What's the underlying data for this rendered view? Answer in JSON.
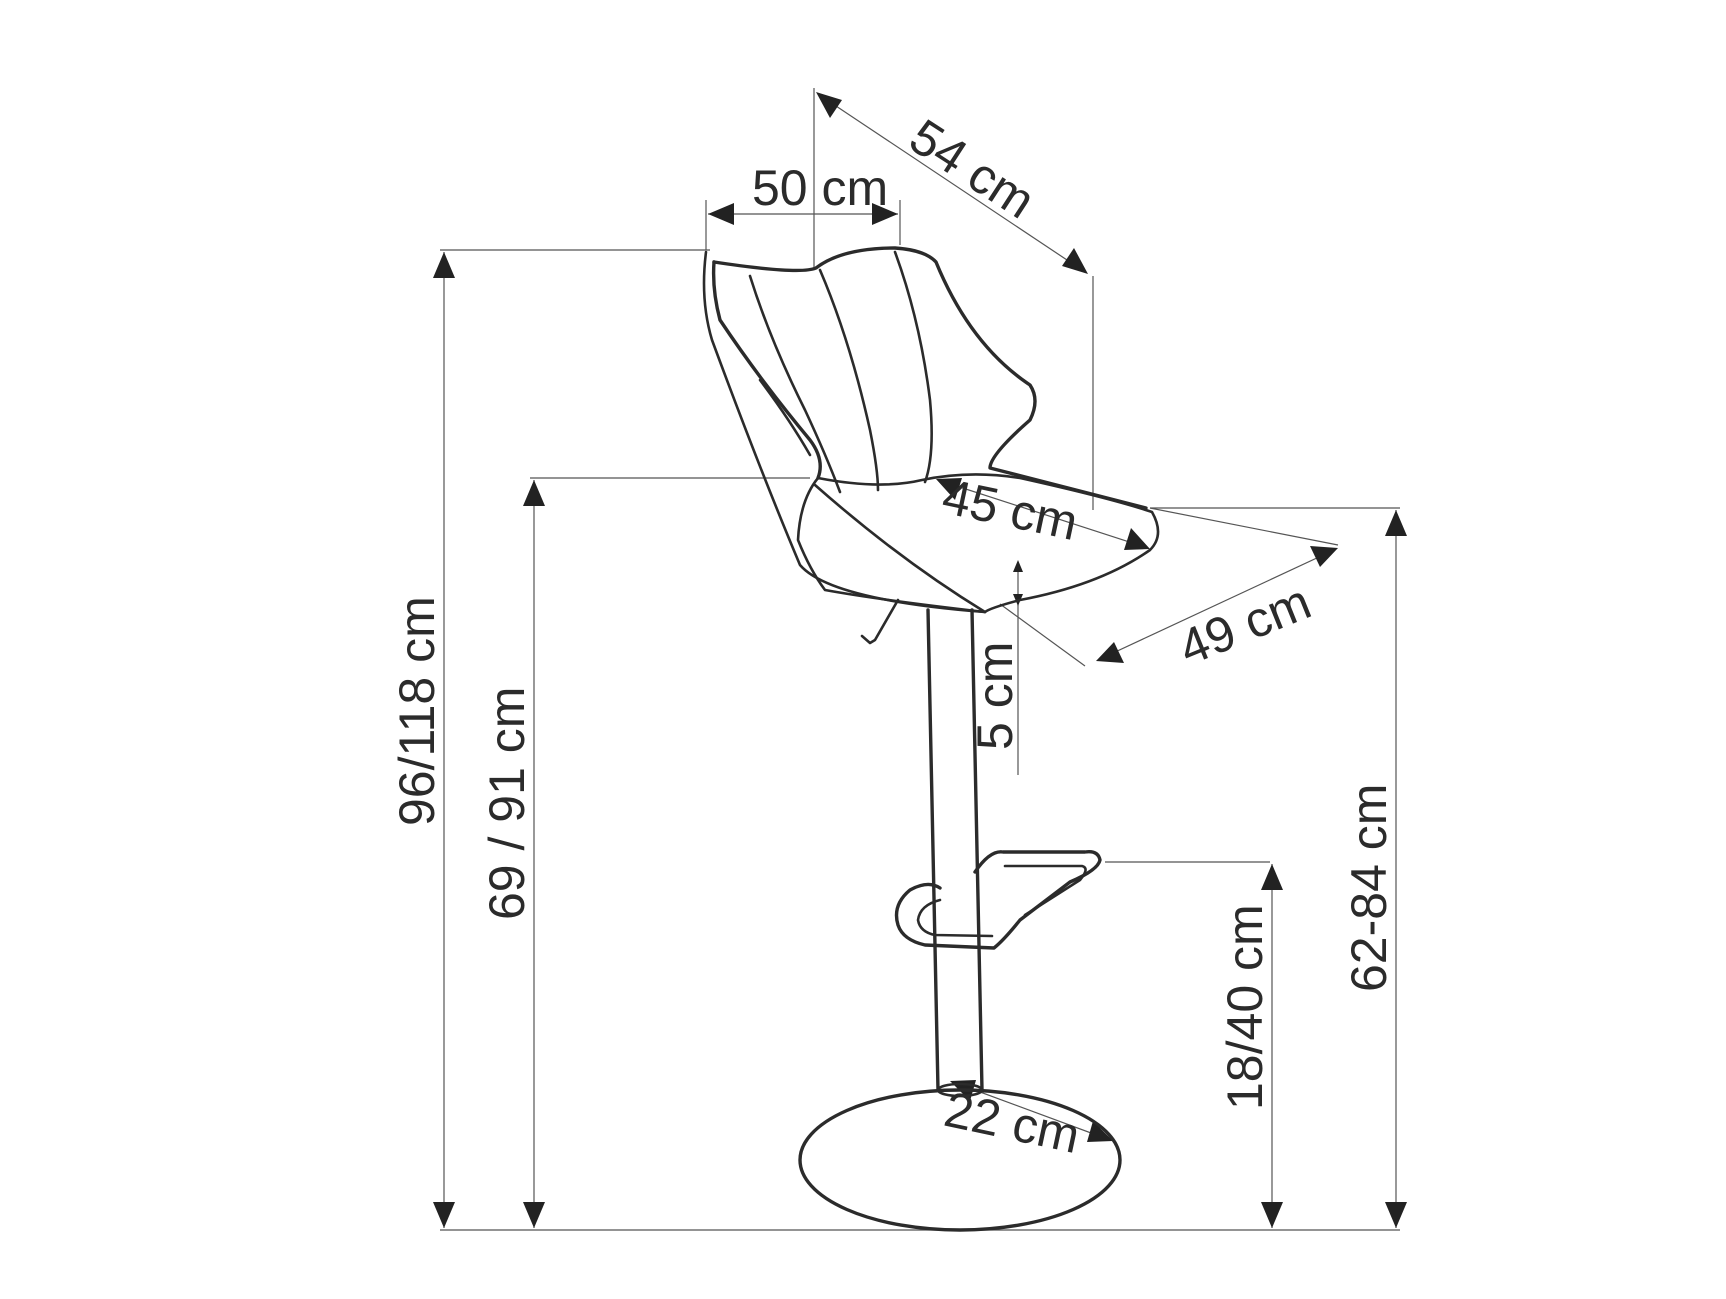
{
  "drawing": {
    "subject": "bar stool technical drawing",
    "dimensions": {
      "back_width": "50 cm",
      "depth": "54 cm",
      "seat_depth": "45 cm",
      "seat_width": "49 cm",
      "seat_thickness": "5 cm",
      "total_height": "96/118 cm",
      "armrest_height": "69 / 91 cm",
      "seat_height": "62-84 cm",
      "footrest_height": "18/40 cm",
      "base_radius": "22 cm"
    }
  }
}
